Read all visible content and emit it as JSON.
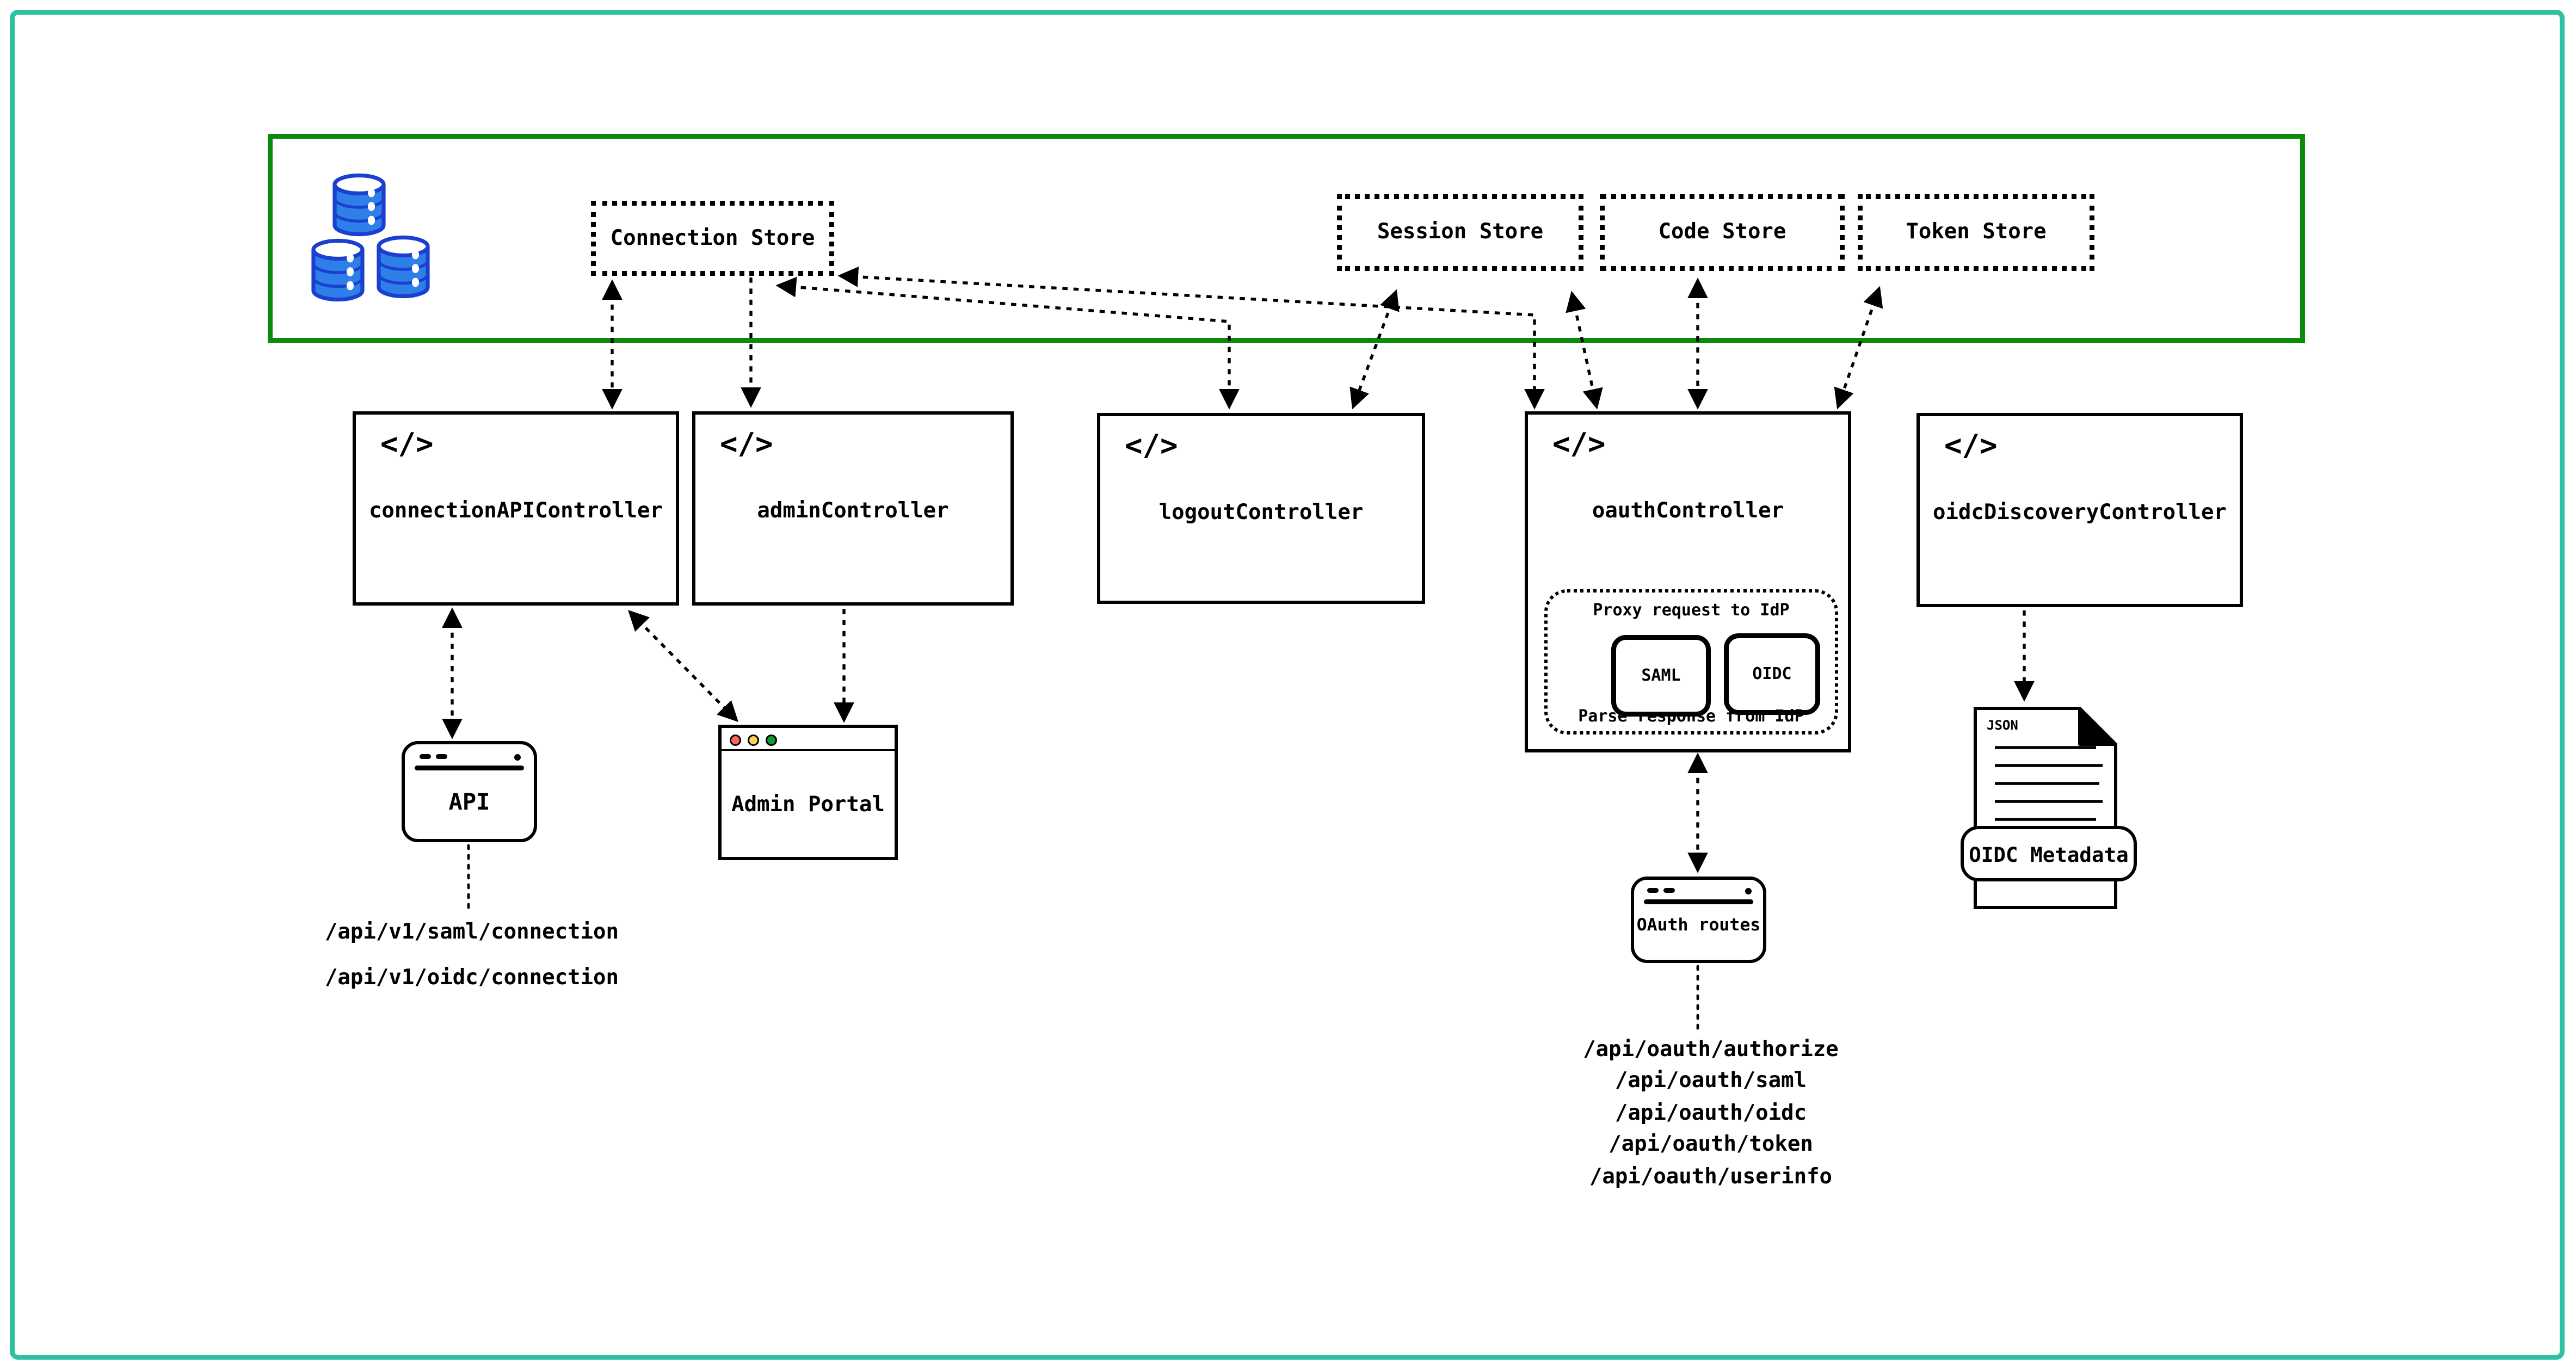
{
  "zone": {
    "stores": [
      "Connection Store",
      "Session Store",
      "Code Store",
      "Token Store"
    ],
    "database_icon": "database-cylinders-icon"
  },
  "controllers": {
    "code_glyph": "</>",
    "connection_api": "connectionAPIController",
    "admin": "adminController",
    "logout": "logoutController",
    "oauth": "oauthController",
    "oidc_discovery": "oidcDiscoveryController"
  },
  "oauth_detail": {
    "proxy_note": "Proxy request to IdP",
    "parse_note": "Parse response from IdP",
    "saml": "SAML",
    "oidc": "OIDC"
  },
  "api_icon": {
    "label": "API"
  },
  "admin_portal": {
    "label": "Admin Portal"
  },
  "oauth_routes_icon": {
    "label": "OAuth routes"
  },
  "api_routes": [
    "/api/v1/saml/connection",
    "/api/v1/oidc/connection"
  ],
  "oauth_routes": [
    "/api/oauth/authorize",
    "/api/oauth/saml",
    "/api/oauth/oidc",
    "/api/oauth/token",
    "/api/oauth/userinfo"
  ],
  "oidc_metadata": {
    "file_badge": "JSON",
    "banner": "OIDC Metadata"
  },
  "colors": {
    "outer_border": "#2cc1a2",
    "zone_border": "#0c8a0c",
    "db_fill": "#2e7fe8",
    "db_stroke": "#1b40d0",
    "traffic_red": "#f9655b",
    "traffic_yellow": "#fbd35c",
    "traffic_green": "#129c30",
    "line_color": "#000000"
  }
}
